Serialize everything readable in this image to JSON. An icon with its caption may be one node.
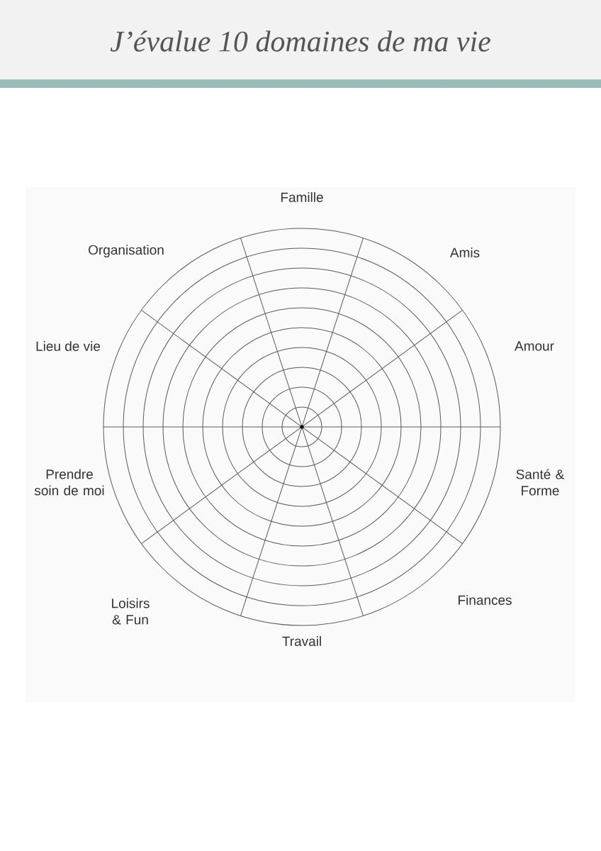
{
  "diagram": {
    "title": "J’évalue 10 domaines de ma vie",
    "labels": [
      "Famille",
      "Organisation",
      "Amis",
      "Lieu de vie",
      "Amour",
      "Prendre soin de moi",
      "Santé & Forme",
      "Loisirs & Fun",
      "Finances",
      "Travail"
    ]
  }
}
